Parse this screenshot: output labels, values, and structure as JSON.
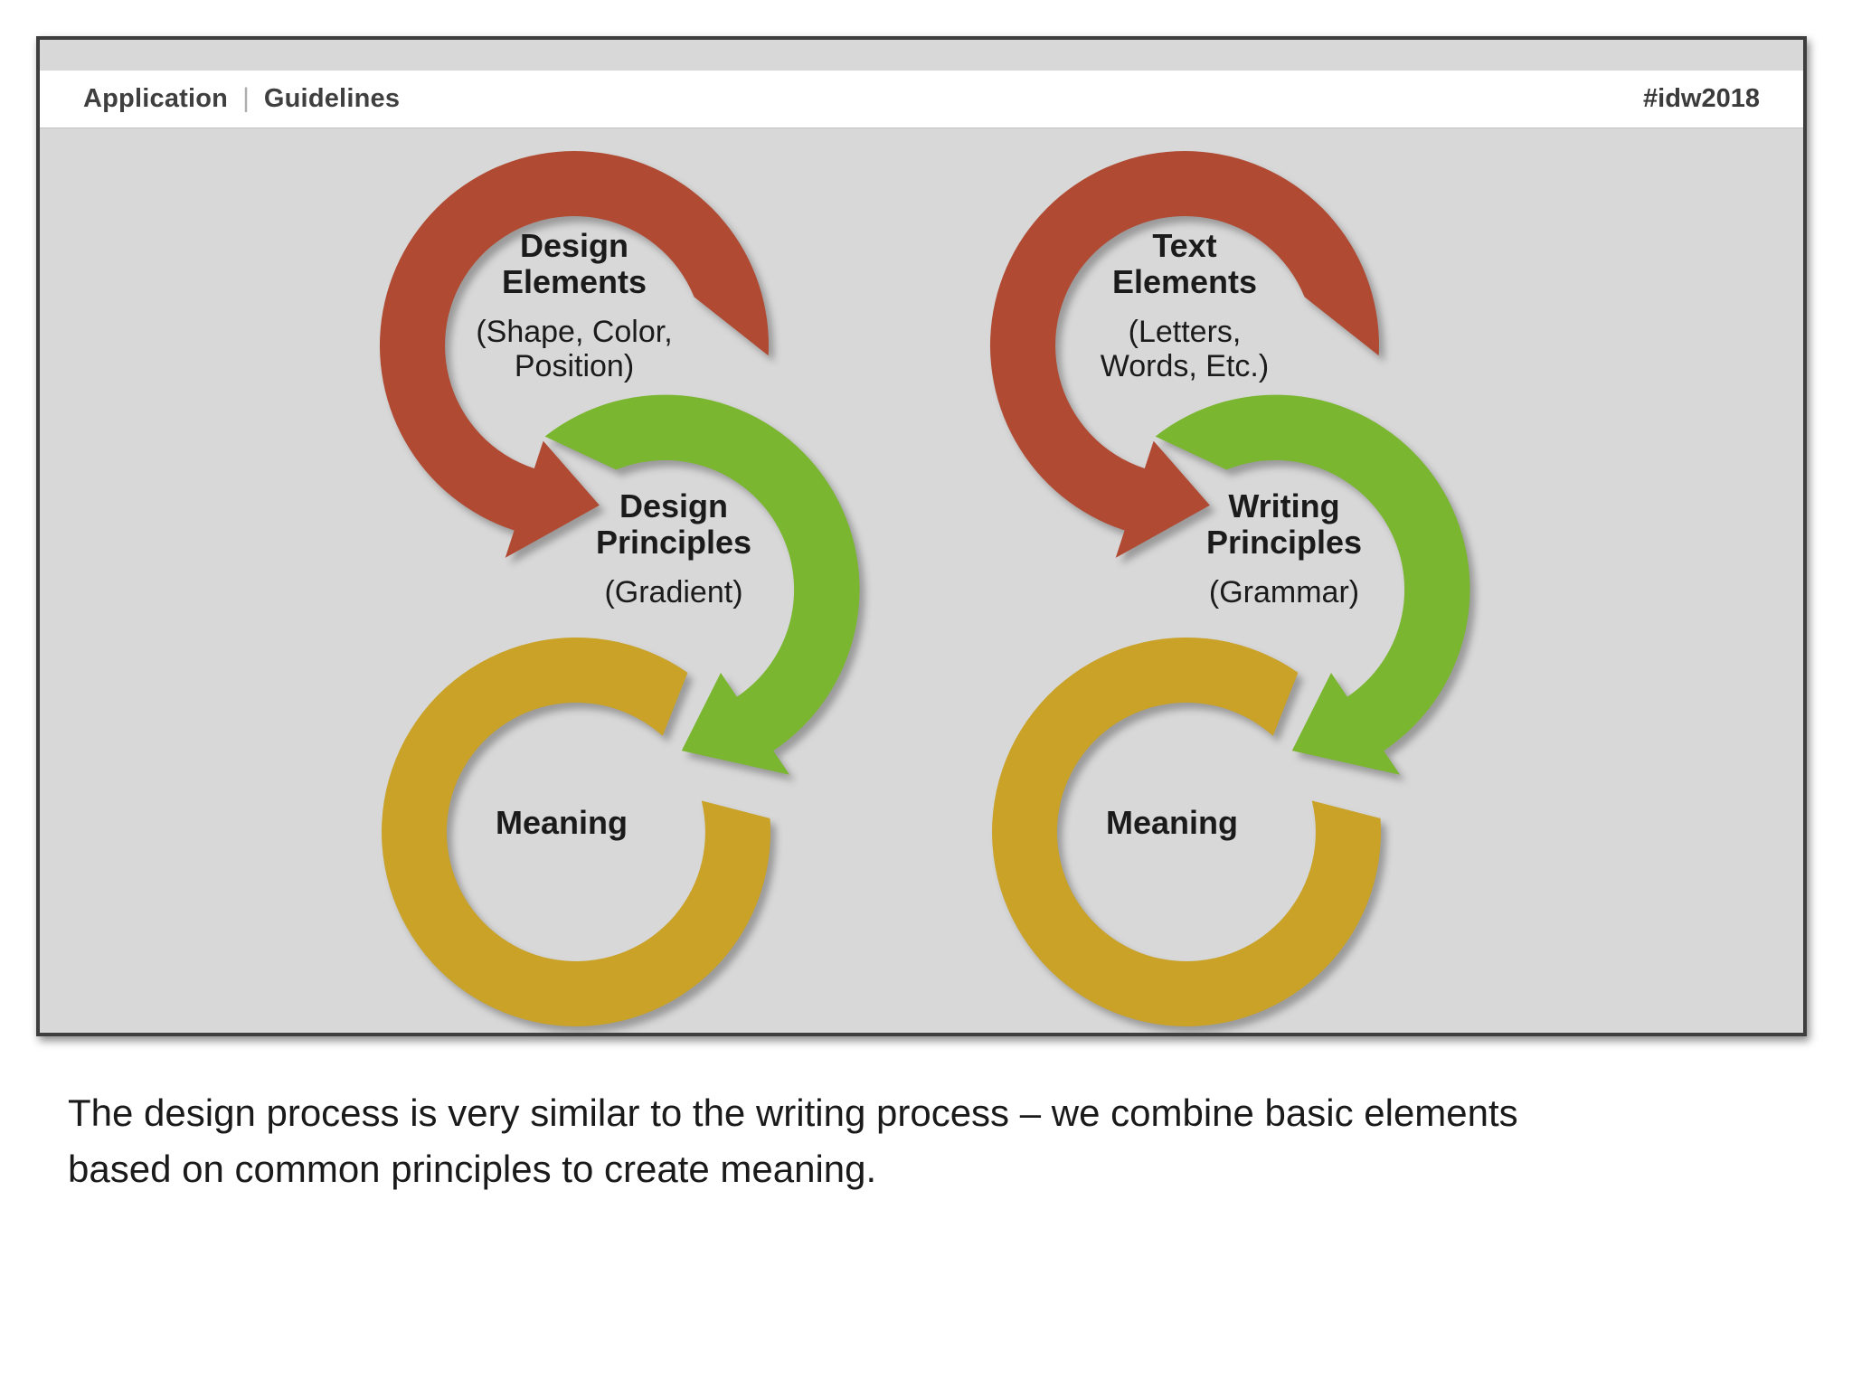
{
  "slide": {
    "header": {
      "left_primary": "Application",
      "divider": "|",
      "left_secondary": "Guidelines",
      "hashtag": "#idw2018"
    },
    "diagrams": [
      {
        "name": "design-process",
        "steps": [
          {
            "title_lines": [
              "Design",
              "Elements"
            ],
            "sub_lines": [
              "(Shape, Color,",
              "Position)"
            ],
            "color": "#b04a32"
          },
          {
            "title_lines": [
              "Design",
              "Principles"
            ],
            "sub_lines": [
              "(Gradient)"
            ],
            "color": "#7ab62f"
          },
          {
            "title_lines": [
              "Meaning"
            ],
            "sub_lines": [],
            "color": "#c9a227"
          }
        ]
      },
      {
        "name": "writing-process",
        "steps": [
          {
            "title_lines": [
              "Text",
              "Elements"
            ],
            "sub_lines": [
              "(Letters,",
              "Words, Etc.)"
            ],
            "color": "#b04a32"
          },
          {
            "title_lines": [
              "Writing",
              "Principles"
            ],
            "sub_lines": [
              "(Grammar)"
            ],
            "color": "#7ab62f"
          },
          {
            "title_lines": [
              "Meaning"
            ],
            "sub_lines": [],
            "color": "#c9a227"
          }
        ]
      }
    ]
  },
  "caption": {
    "lines": [
      "The design process is very similar to the writing process – we combine basic elements",
      "based on common principles to create meaning."
    ]
  },
  "colors": {
    "step_elements_red": "#b04a32",
    "step_principles_green": "#7ab62f",
    "step_meaning_gold": "#c9a227",
    "slide_background": "#d8d8d8",
    "slide_border": "#3e3e3e",
    "header_background": "#ffffff"
  }
}
